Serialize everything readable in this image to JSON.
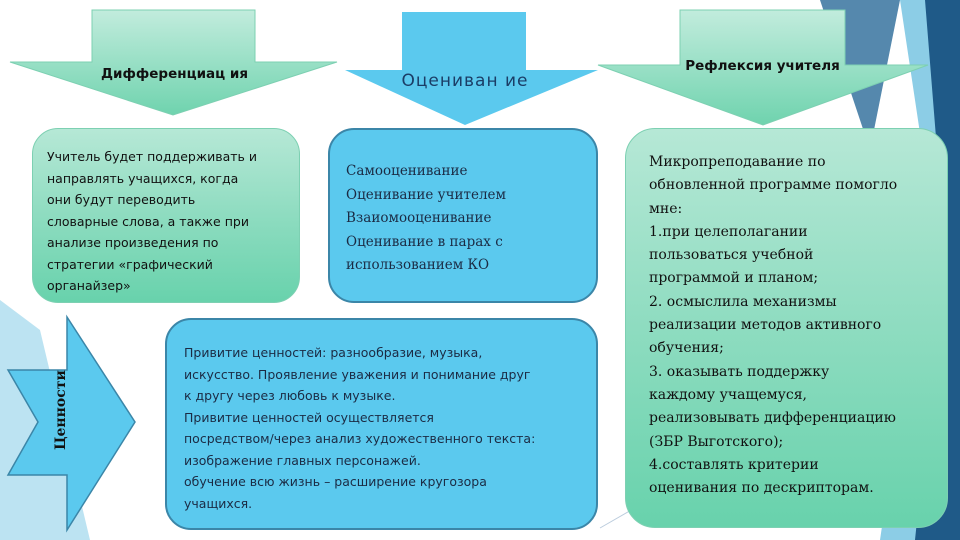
{
  "colors": {
    "green": "#8edcc0",
    "blue": "#5bc9ee",
    "dark_blue": "#1f5a88"
  },
  "arrows": {
    "differentiation": "Дифференциац\nия",
    "assessment": "Оцениван\nие",
    "reflection": "Рефлексия\nучителя",
    "values": "Ценности"
  },
  "boxes": {
    "differentiation": "Учитель будет поддерживать и\nнаправлять учащихся, когда\nони будут переводить\nсловарные слова, а также при\nанализе произведения по\nстратегии «графический\nорганайзер»",
    "assessment": "Самооценивание\nОценивание учителем\nВзаиомооценивание\nОценивание в парах с\nиспользованием КО",
    "reflection": " Микропреподавание по\nобновленной программе помогло\nмне:\n1.при целеполагании\nпользоваться учебной\nпрограммой   и планом;\n2. осмыслила механизмы\nреализации  методов активного\nобучения;\n3. оказывать  поддержку\nкаждому  учащемуся,\nреализовывать  дифференциацию\n(ЗБР  Выготского);\n4.составлять   критерии\nоценивания по дескрипторам.",
    "values": "Привитие ценностей: разнообразие, музыка,\nискусство. Проявление уважения и понимание друг\nк другу через любовь к музыке.\nПривитие ценностей осуществляется\nпосредством/через анализ художественного текста:\nизображение главных персонажей.\nобучение всю жизнь – расширение кругозора\nучащихся."
  }
}
